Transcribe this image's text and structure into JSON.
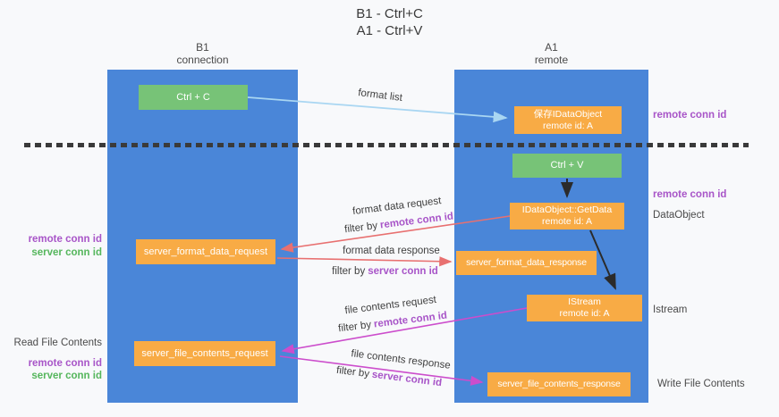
{
  "title": {
    "line1": "B1 - Ctrl+C",
    "line2": "A1 - Ctrl+V"
  },
  "columns": {
    "left": {
      "name": "B1",
      "subtitle": "connection"
    },
    "right": {
      "name": "A1",
      "subtitle": "remote"
    }
  },
  "nodes": {
    "ctrl_c": {
      "label": "Ctrl + C"
    },
    "save_idataobject": {
      "line1": "保存IDataObject",
      "line2": "remote id: A"
    },
    "ctrl_v": {
      "label": "Ctrl + V"
    },
    "getdata": {
      "line1": "IDataObject::GetData",
      "line2": "remote id: A"
    },
    "format_request": {
      "label": "server_format_data_request"
    },
    "format_response": {
      "label": "server_format_data_response"
    },
    "istream": {
      "line1": "IStream",
      "line2": "remote id: A"
    },
    "file_request": {
      "label": "server_file_contents_request"
    },
    "file_response": {
      "label": "server_file_contents_response"
    }
  },
  "edges": {
    "format_list": "format list",
    "format_data_request": "format data request",
    "format_data_response": "format data response",
    "file_contents_request": "file contents request",
    "file_contents_response": "file contents response",
    "filter_by": "filter by",
    "remote_conn_id": "remote conn id",
    "server_conn_id": "server conn id"
  },
  "side_labels": {
    "right_remote_conn_id_top": "remote conn id",
    "right_remote_conn_id_mid": "remote conn id",
    "right_dataobject": "DataObject",
    "right_istream": "Istream",
    "right_write_file_contents": "Write File Contents",
    "left_remote_conn_id_top": "remote conn id",
    "left_server_conn_id_top": "server conn id",
    "left_read_file_contents": "Read File Contents",
    "left_remote_conn_id_bottom": "remote conn id",
    "left_server_conn_id_bottom": "server conn id"
  },
  "colors": {
    "column_blue": "#4a86d8",
    "node_orange": "#f8ab45",
    "node_green": "#77c377",
    "arrow_lightblue": "#a9d6f2",
    "arrow_red": "#e87070",
    "arrow_magenta": "#cc4dcc",
    "arrow_black": "#2b2b2b",
    "text_purple": "#a855c8",
    "text_green": "#55b65c",
    "background": "#f8f9fb"
  }
}
